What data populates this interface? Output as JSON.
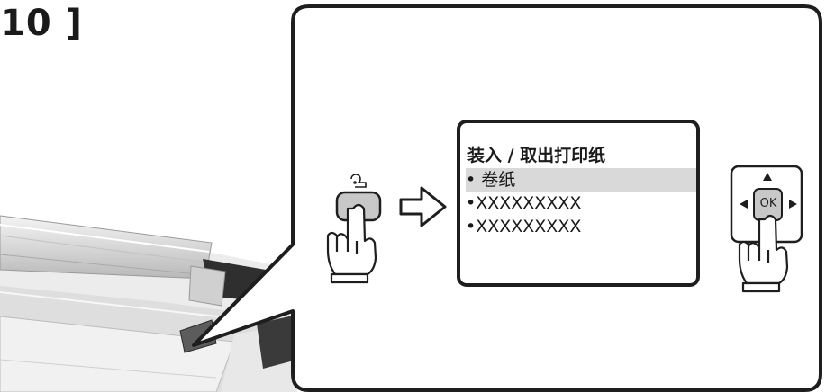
{
  "step_label": "10 ]",
  "lcd": {
    "title": "装入 / 取出打印纸",
    "items": [
      {
        "label": "• 卷纸",
        "selected": true
      },
      {
        "label": "•XXXXXXXXX",
        "selected": false
      },
      {
        "label": "•XXXXXXXXX",
        "selected": false
      }
    ]
  },
  "ok_key_label": "OK",
  "icons": {
    "paper_button": "roll-paper-icon",
    "arrow": "right-arrow-icon",
    "nav_pad": "navigation-pad-icon",
    "hand": "pointing-hand-icon"
  },
  "colors": {
    "outline": "#1e1e1e",
    "button_fill": "#c8c8c8",
    "highlight": "#d9d9d9",
    "printer_body": "#e6e6e6",
    "printer_dark": "#3a3a3a"
  }
}
